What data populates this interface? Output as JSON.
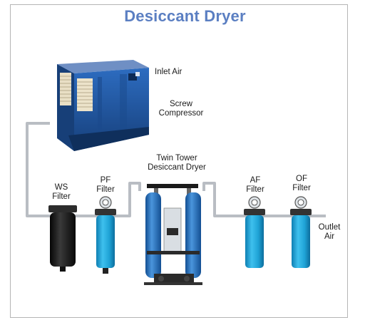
{
  "title": "Desiccant Dryer",
  "colors": {
    "title": "#5b7fc2",
    "pipe": "#b9bdc3",
    "compressor": "#1f58a8",
    "filter_body": "#1fa3d6",
    "ws_filter_body": "#151515",
    "dryer_tank": "#2e78c4"
  },
  "labels": {
    "inlet_air": "Inlet Air",
    "screw_compressor_line1": "Screw",
    "screw_compressor_line2": "Compressor",
    "twin_tower_line1": "Twin Tower",
    "twin_tower_line2": "Desiccant Dryer",
    "ws_line1": "WS",
    "ws_line2": "Filter",
    "pf_line1": "PF",
    "pf_line2": "Filter",
    "af_line1": "AF",
    "af_line2": "Filter",
    "of_line1": "OF",
    "of_line2": "Filter",
    "outlet_line1": "Outlet",
    "outlet_line2": "Air"
  }
}
